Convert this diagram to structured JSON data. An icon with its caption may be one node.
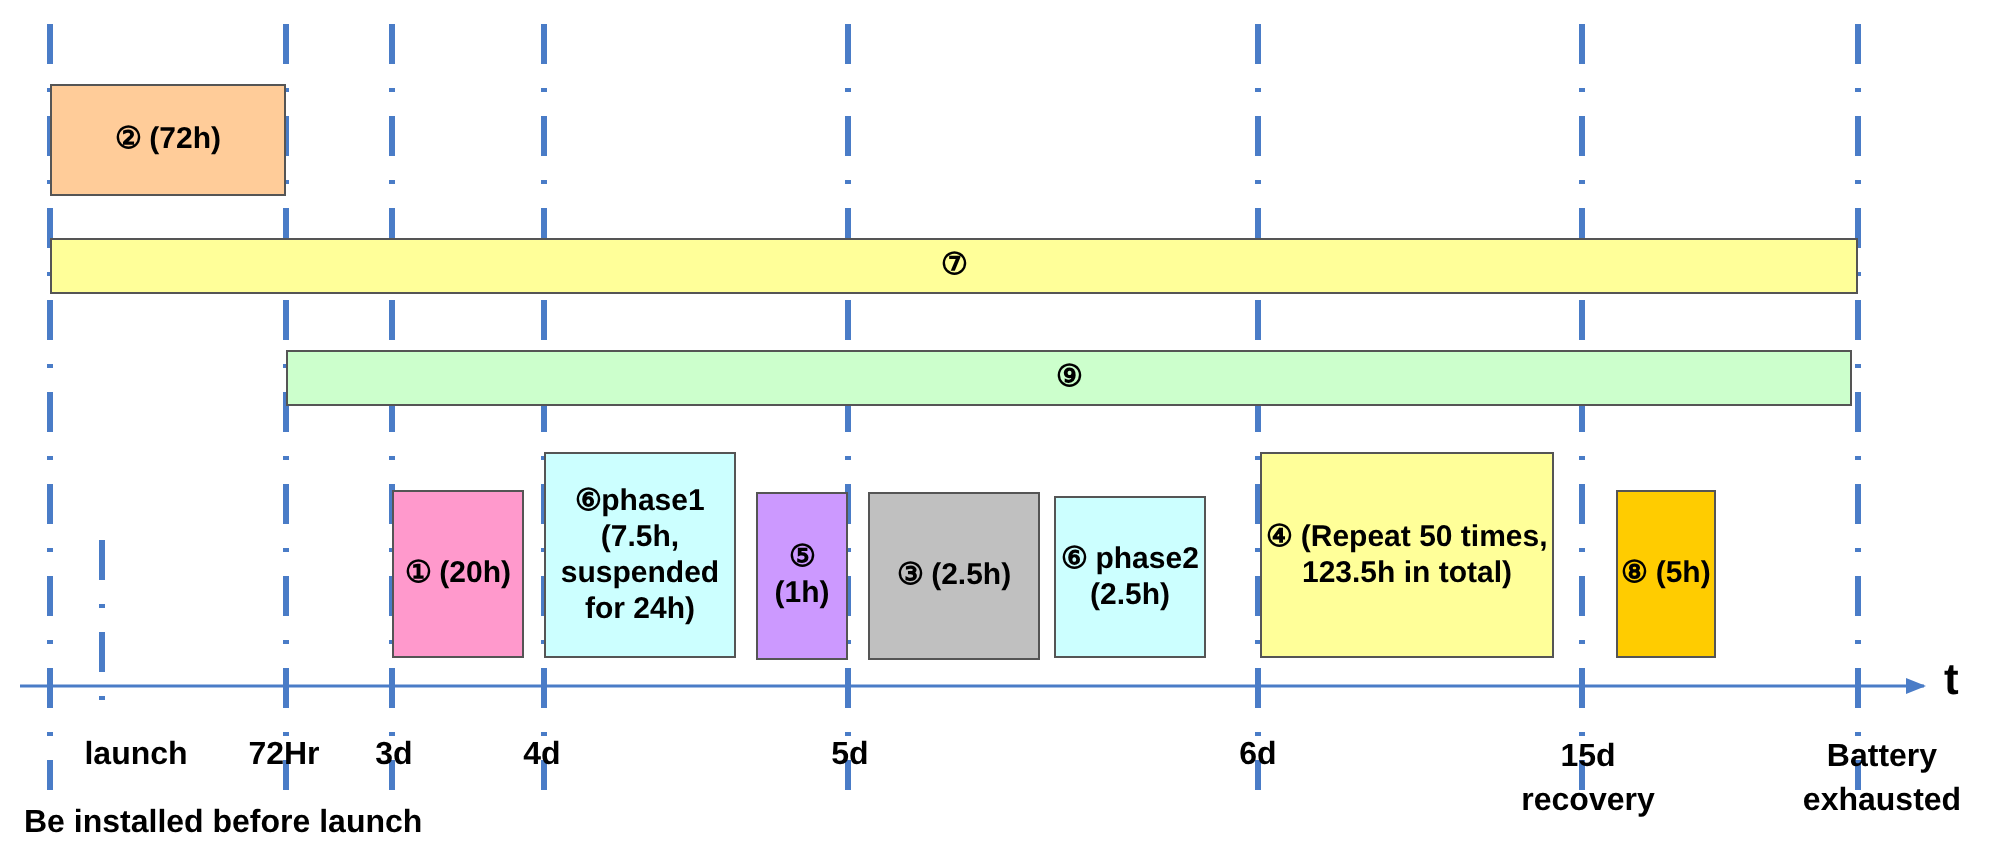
{
  "diagram": {
    "nodes": [
      {
        "text": [
          "② (72h)"
        ]
      },
      {
        "text": [
          "⑦"
        ]
      },
      {
        "text": [
          "⑨"
        ]
      },
      {
        "text": [
          "① (20h)"
        ]
      },
      {
        "text": [
          "⑥phase1 (7.5h, suspended for 24h)"
        ]
      },
      {
        "text": [
          "⑤ (1h)"
        ]
      },
      {
        "text": [
          "③ (2.5h)"
        ]
      },
      {
        "text": [
          "⑥ phase2 (2.5h)"
        ]
      },
      {
        "text": [
          "④ (Repeat 50 times, 123.5h in total)"
        ]
      },
      {
        "text": [
          "⑧ (5h)"
        ]
      }
    ],
    "edges": [],
    "labels": [
      "t",
      "launch",
      "72Hr",
      "3d",
      "4d",
      "5d",
      "6d",
      "15d recovery",
      "Battery exhausted",
      "Be installed before launch"
    ]
  }
}
